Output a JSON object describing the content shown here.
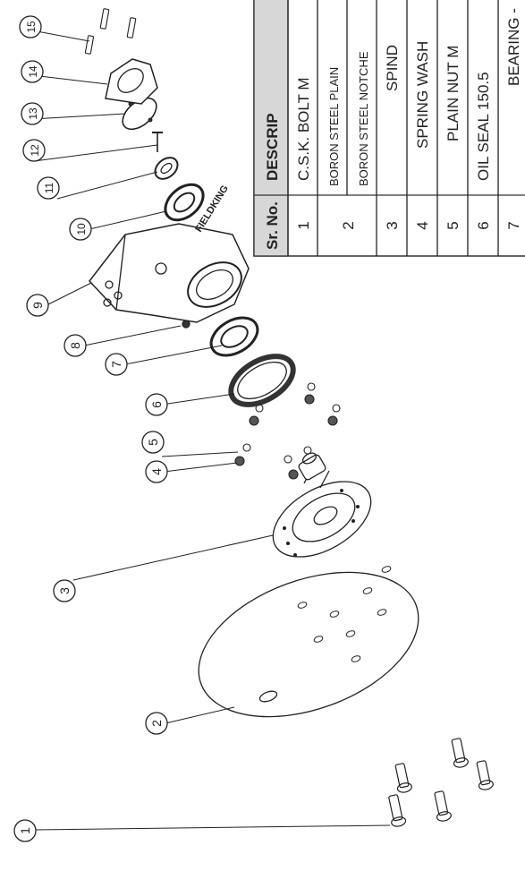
{
  "callouts": [
    "1",
    "2",
    "3",
    "4",
    "5",
    "6",
    "7",
    "8",
    "9",
    "10",
    "11",
    "12",
    "13",
    "14",
    "15"
  ],
  "brand_text": "FIELDKING",
  "table": {
    "header_sr": "Sr. No.",
    "header_desc": "DESCRIP",
    "rows": [
      {
        "sr": "1",
        "desc": "C.S.K. BOLT M"
      },
      {
        "sr": "2",
        "desc": "BORON STEEL PLAIN"
      },
      {
        "sr": "",
        "desc": "BORON STEEL NOTCHE"
      },
      {
        "sr": "3",
        "desc": "SPIND"
      },
      {
        "sr": "4",
        "desc": "SPRING WASH"
      },
      {
        "sr": "5",
        "desc": "PLAIN NUT M"
      },
      {
        "sr": "6",
        "desc": "OIL SEAL 150.5"
      },
      {
        "sr": "7",
        "desc": "BEARING -"
      }
    ]
  }
}
